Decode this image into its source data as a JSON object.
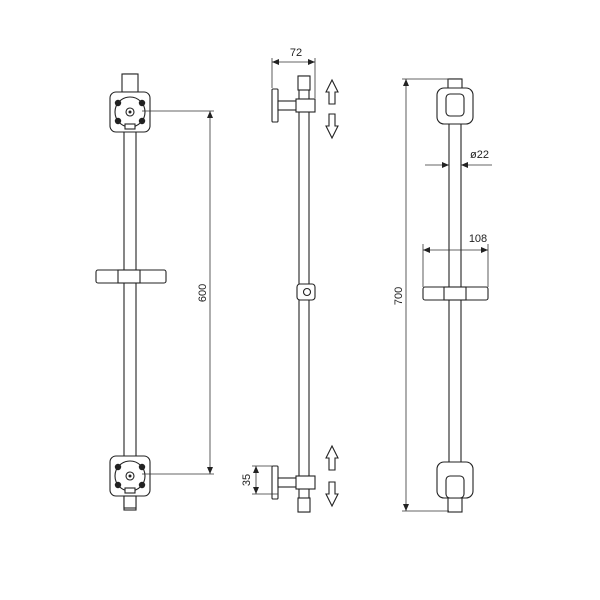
{
  "dimensions": {
    "depth": "72",
    "height_between_mounts": "600",
    "total_length": "700",
    "bar_diameter": "ø22",
    "holder_width": "108",
    "mount_offset": "35"
  },
  "icons": {
    "adjust_arrow_up": "arrow-up-icon",
    "adjust_arrow_down": "arrow-down-icon"
  },
  "colors": {
    "line": "#222222",
    "background": "#ffffff"
  }
}
